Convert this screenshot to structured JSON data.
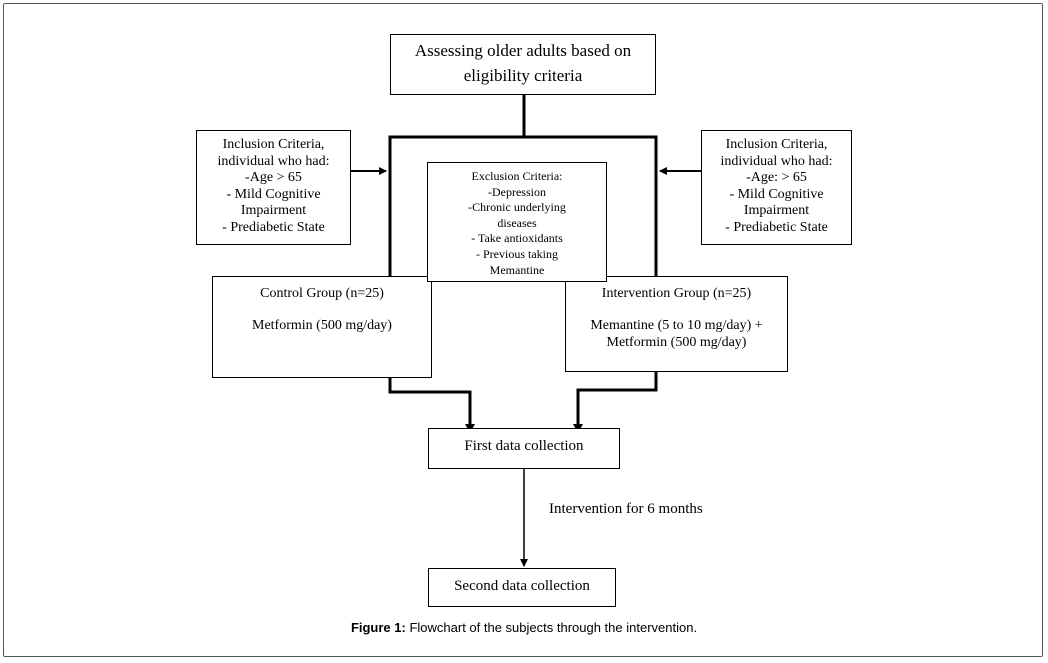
{
  "diagram": {
    "assess": {
      "lines": [
        "Assessing older adults based on",
        "eligibility criteria"
      ]
    },
    "inclusion_left": {
      "lines": [
        "Inclusion Criteria,",
        "individual who had:",
        "-Age > 65",
        "- Mild Cognitive",
        "Impairment",
        "- Prediabetic State"
      ]
    },
    "inclusion_right": {
      "lines": [
        "Inclusion Criteria,",
        "individual who had:",
        "-Age: > 65",
        "- Mild Cognitive",
        "Impairment",
        "- Prediabetic State"
      ]
    },
    "exclusion": {
      "lines": [
        "Exclusion Criteria:",
        "-Depression",
        "-Chronic underlying",
        "diseases",
        "- Take antioxidants",
        "- Previous taking",
        "Memantine"
      ]
    },
    "control_group": {
      "title": "Control Group (n=25)",
      "lines": [
        "Metformin (500 mg/day)"
      ]
    },
    "intervention_group": {
      "title": "Intervention Group (n=25)",
      "lines": [
        "Memantine (5 to 10 mg/day) +",
        "Metformin (500 mg/day)"
      ]
    },
    "first_collection": "First data collection",
    "intervention_label": "Intervention for 6 months",
    "second_collection": "Second data collection"
  },
  "caption": {
    "label": "Figure 1:",
    "text": " Flowchart of the subjects through the intervention."
  }
}
